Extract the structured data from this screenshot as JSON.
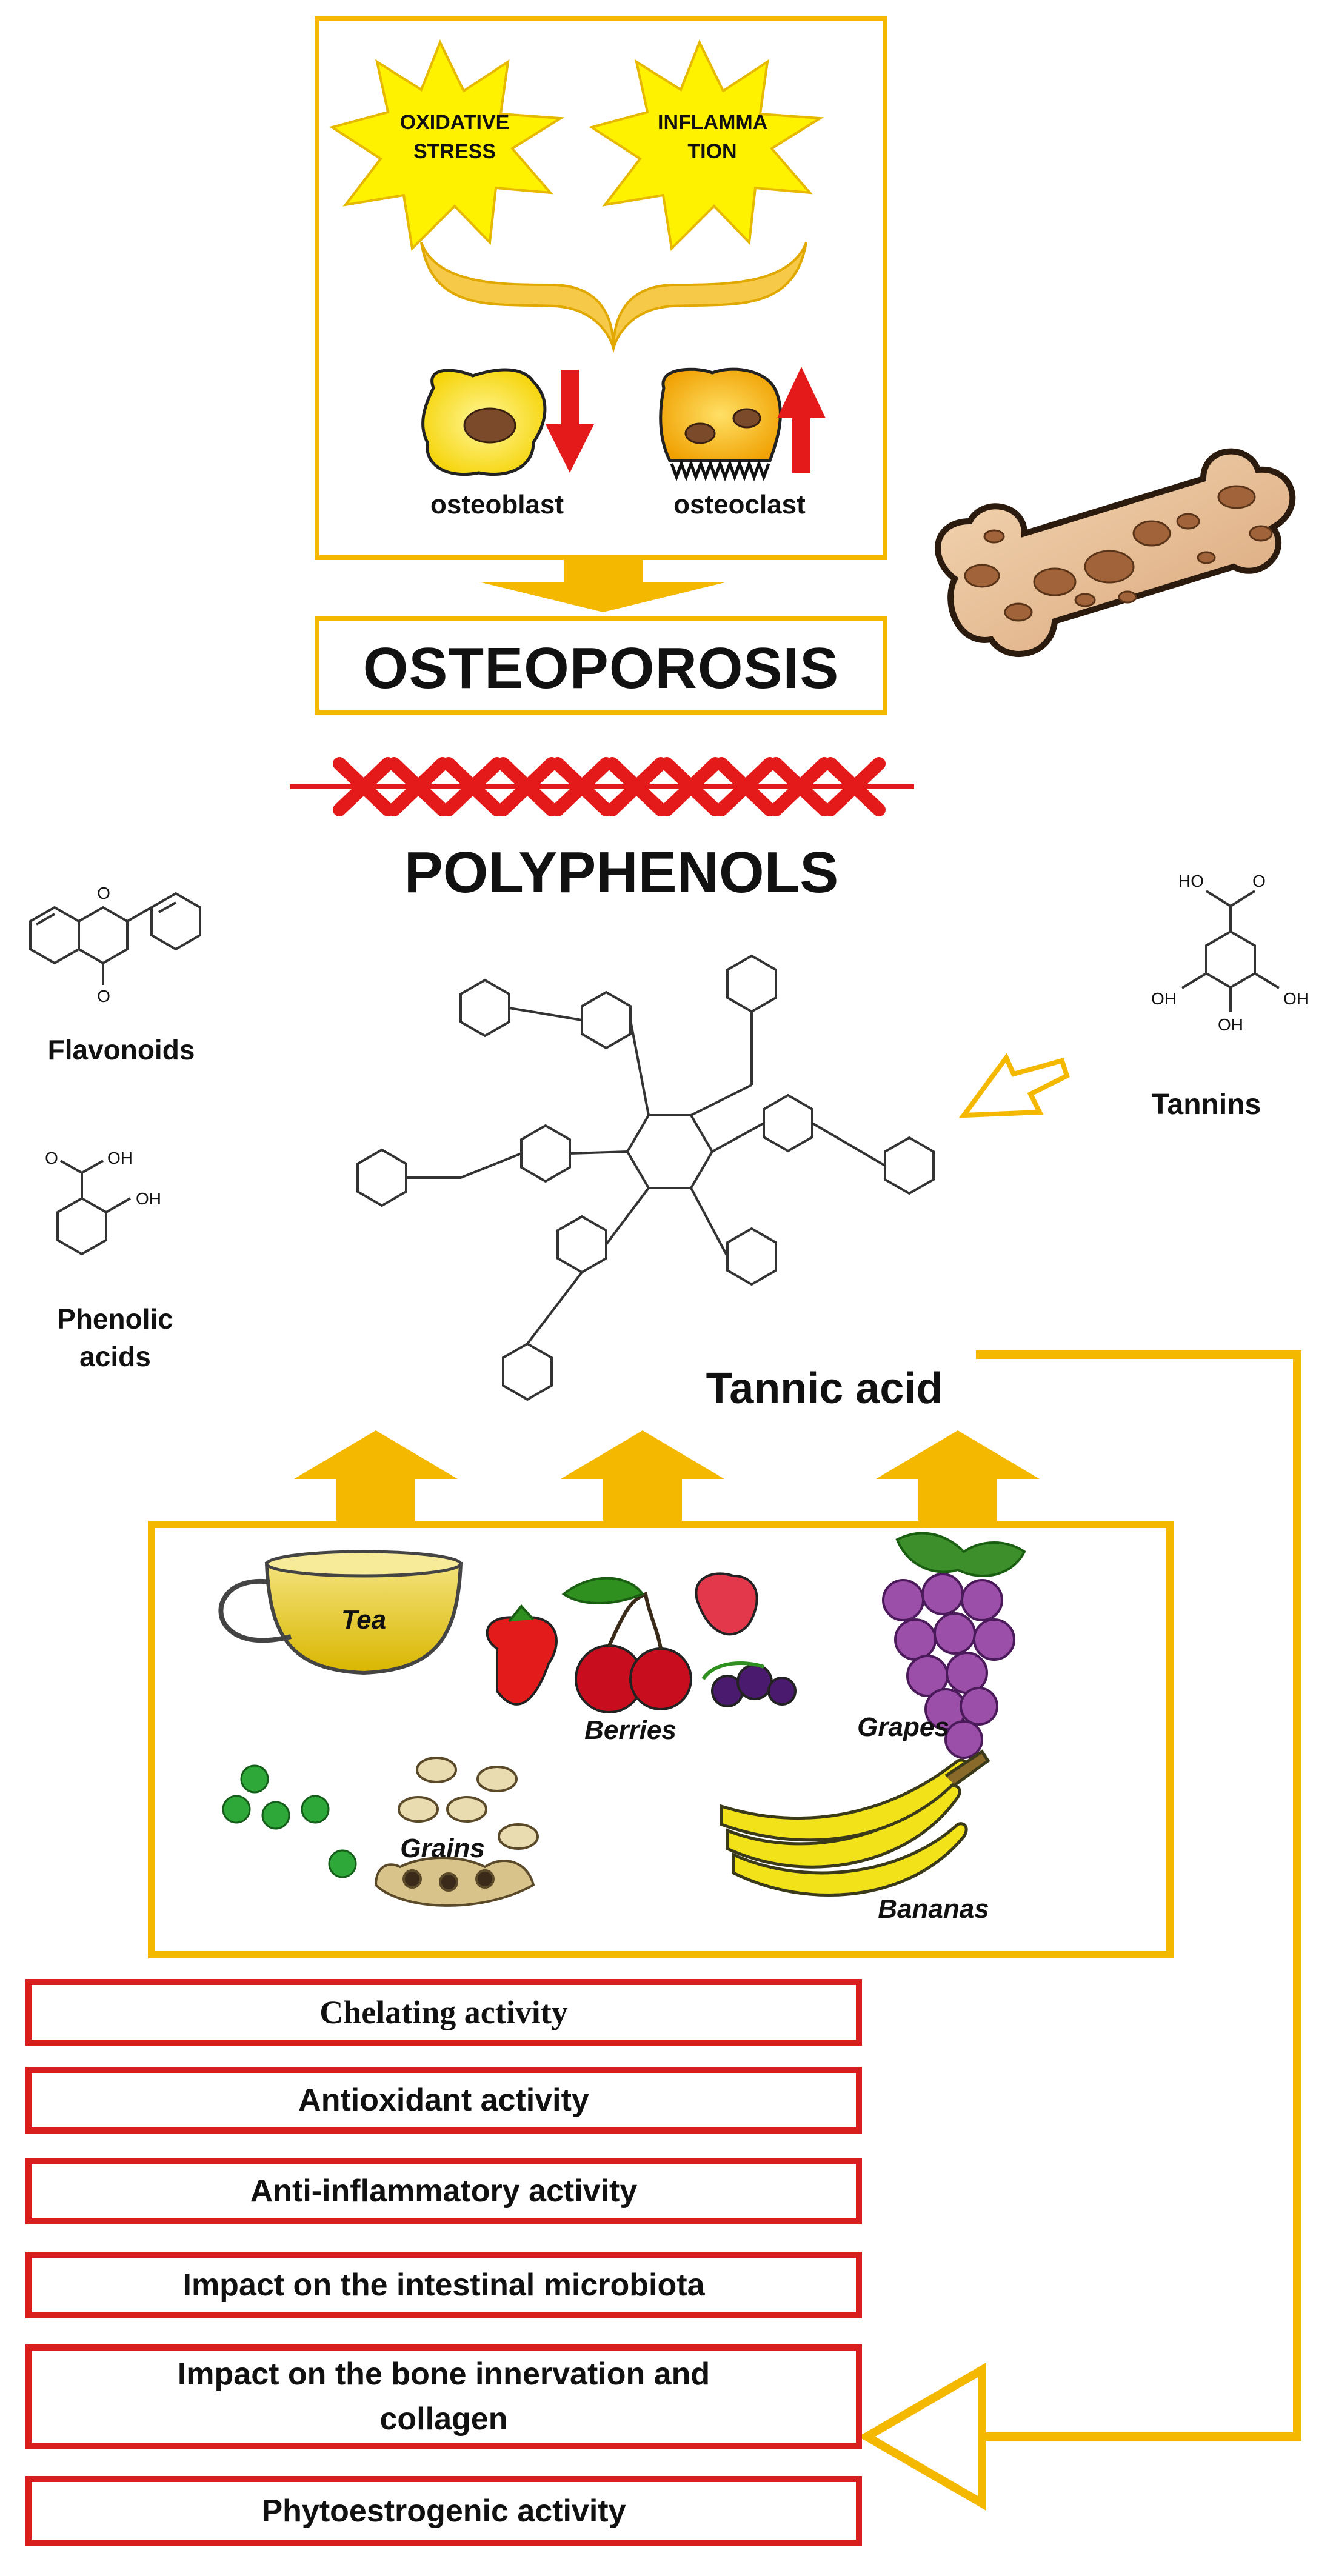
{
  "top": {
    "stress_label": "OXIDATIVE STRESS",
    "inflammation_label": "INFLAMMA TION",
    "osteoblast_label": "osteoblast",
    "osteoclast_label": "osteoclast"
  },
  "osteoporosis_label": "OSTEOPOROSIS",
  "polyphenols_label": "POLYPHENOLS",
  "classes": {
    "flavonoids": "Flavonoids",
    "phenolic_acids": "Phenolic acids",
    "tannins": "Tannins",
    "tannic_acid": "Tannic acid"
  },
  "molecule_labels": {
    "oh": "OH",
    "ho": "HO",
    "o": "O"
  },
  "sources": {
    "tea": "Tea",
    "berries": "Berries",
    "grapes": "Grapes",
    "grains": "Grains",
    "bananas": "Bananas"
  },
  "activities": [
    "Chelating activity",
    "Antioxidant activity",
    "Anti-inflammatory activity",
    "Impact on the intestinal microbiota",
    "Impact on the bone innervation and collagen",
    "Phytoestrogenic activity"
  ],
  "colors": {
    "accent_yellow": "#f5b800",
    "arrow_red": "#e41a1a",
    "box_red": "#d91e1e",
    "burst_yellow": "#fff200"
  }
}
